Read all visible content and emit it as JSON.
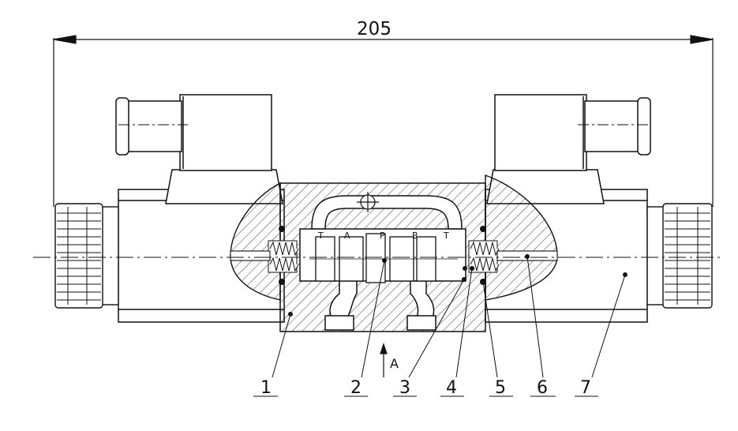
{
  "drawing": {
    "dimension": "205",
    "view_label": "A",
    "ports": {
      "t_left": "T",
      "a": "A",
      "p": "P",
      "b": "B",
      "t_right": "T"
    },
    "callouts": [
      "1",
      "2",
      "3",
      "4",
      "5",
      "6",
      "7"
    ]
  },
  "colors": {
    "line": "#111111",
    "background": "#ffffff"
  }
}
